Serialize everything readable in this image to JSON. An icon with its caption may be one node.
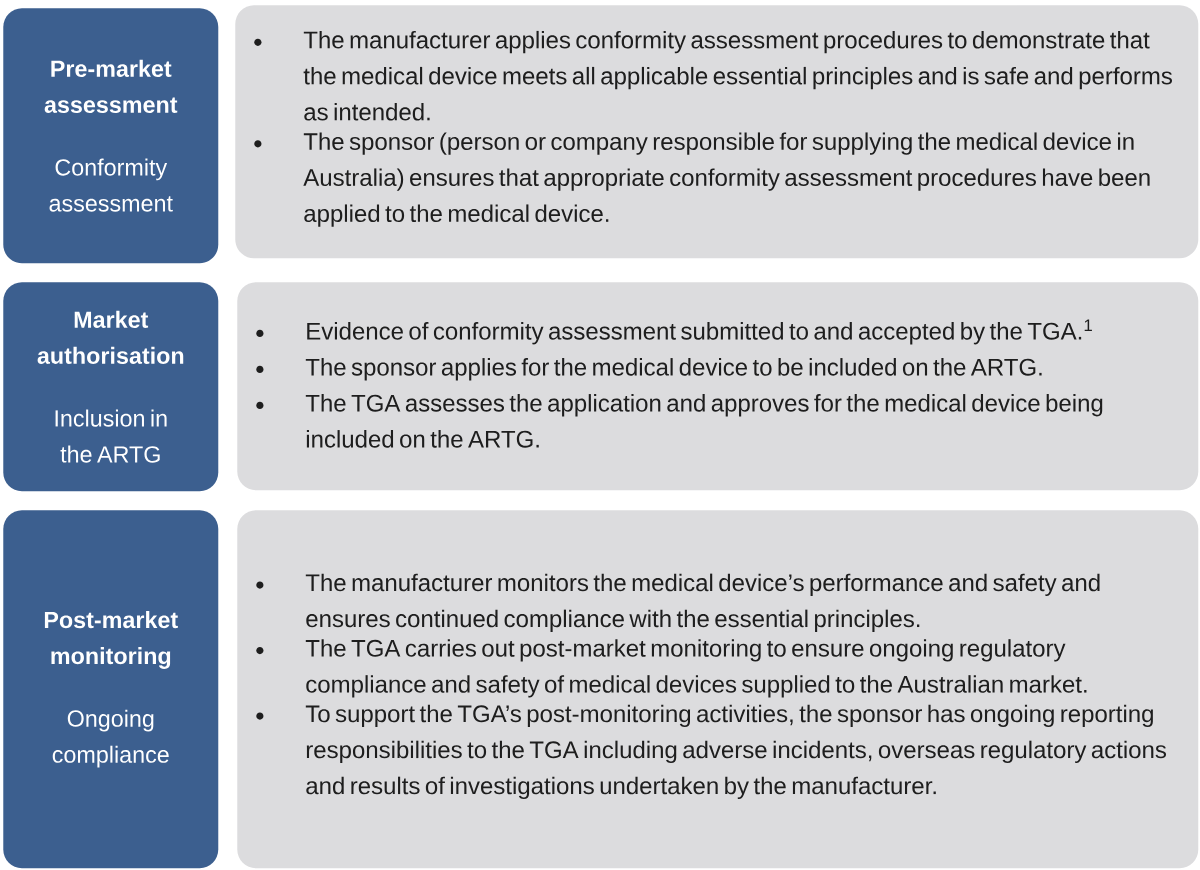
{
  "diagram": {
    "nodes": [
      {
        "text": [
          "Pre-market assessment",
          "Conformity assessment"
        ]
      },
      {
        "text": [
          "The manufacturer applies conformity assessment procedures to demonstrate that the medical device meets all applicable essential principles and is safe and performs as intended.",
          "The sponsor (person or company responsible for supplying the medical device in Australia) ensures that appropriate conformity assessment procedures have been applied to the medical device."
        ]
      },
      {
        "text": [
          "Market authorisation",
          "Inclusion in the ARTG"
        ]
      },
      {
        "text": [
          "Evidence of conformity assessment submitted to and accepted by the TGA.$^{1}$",
          "The sponsor applies for the medical device to be included on the ARTG.",
          "The TGA assesses the application and approves for the medical device being included on the ARTG."
        ]
      },
      {
        "text": [
          "Post-market monitoring",
          "Ongoing compliance"
        ]
      },
      {
        "text": [
          "The manufacturer monitors the medical device’s performance and safety and ensures continued compliance with the essential principles.",
          "The TGA carries out post-market monitoring to ensure ongoing regulatory compliance and safety of medical devices supplied to the Australian market.",
          "To support the TGA’s post-monitoring activities, the sponsor has ongoing reporting responsibilities to the TGA including adverse incidents, overseas regulatory actions and results of investigations undertaken by the manufacturer."
        ]
      }
    ]
  }
}
